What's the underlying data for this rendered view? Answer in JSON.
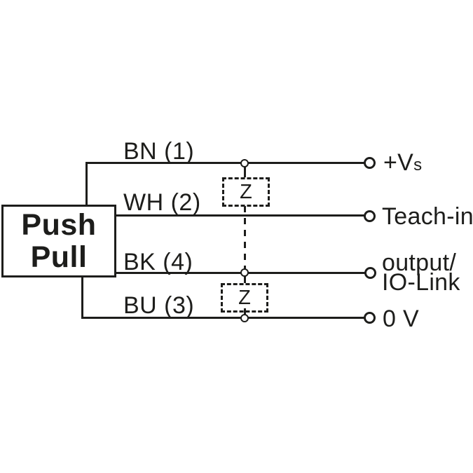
{
  "diagram": {
    "source_box": {
      "line1": "Push",
      "line2": "Pull"
    },
    "wires": [
      {
        "label": "BN (1)",
        "terminal_main": "+V",
        "terminal_sub": "s"
      },
      {
        "label": "WH (2)",
        "terminal": "Teach-in"
      },
      {
        "label": "BK (4)",
        "terminal_line1": "output/",
        "terminal_line2": "IO-Link"
      },
      {
        "label": "BU (3)",
        "terminal": "0 V"
      }
    ],
    "protection_blocks": [
      {
        "label": "Z"
      },
      {
        "label": "Z"
      }
    ],
    "colors": {
      "line": "#1d1d1b",
      "background": "#ffffff"
    }
  }
}
